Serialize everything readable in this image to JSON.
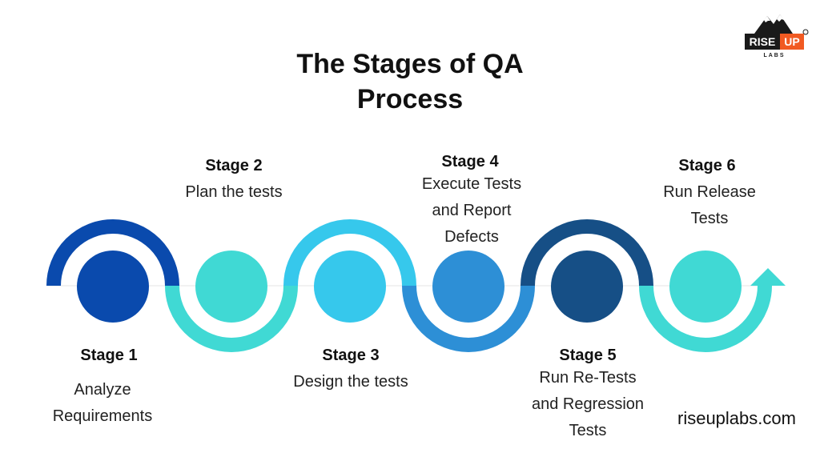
{
  "title_line1": "The Stages of QA",
  "title_line2": "Process",
  "logo": {
    "top": "RISE UP",
    "sub": "LABS"
  },
  "website": "riseuplabs.com",
  "colors": {
    "stage1": "#0a4aad",
    "stage2": "#40d9d4",
    "stage3": "#36c8ec",
    "stage4": "#2d8fd6",
    "stage5": "#164f86",
    "stage6": "#40d9d4",
    "logo_orange": "#f15a22"
  },
  "stages": [
    {
      "label": "Stage 1",
      "desc": [
        "Analyze",
        "Requirements"
      ]
    },
    {
      "label": "Stage 2",
      "desc": [
        "Plan the tests"
      ]
    },
    {
      "label": "Stage 3",
      "desc": [
        "Design the tests"
      ]
    },
    {
      "label": "Stage 4",
      "desc": [
        "Execute Tests",
        "and Report",
        "Defects"
      ]
    },
    {
      "label": "Stage 5",
      "desc": [
        "Run Re-Tests",
        "and Regression",
        "Tests"
      ]
    },
    {
      "label": "Stage 6",
      "desc": [
        "Run Release",
        "Tests"
      ]
    }
  ]
}
